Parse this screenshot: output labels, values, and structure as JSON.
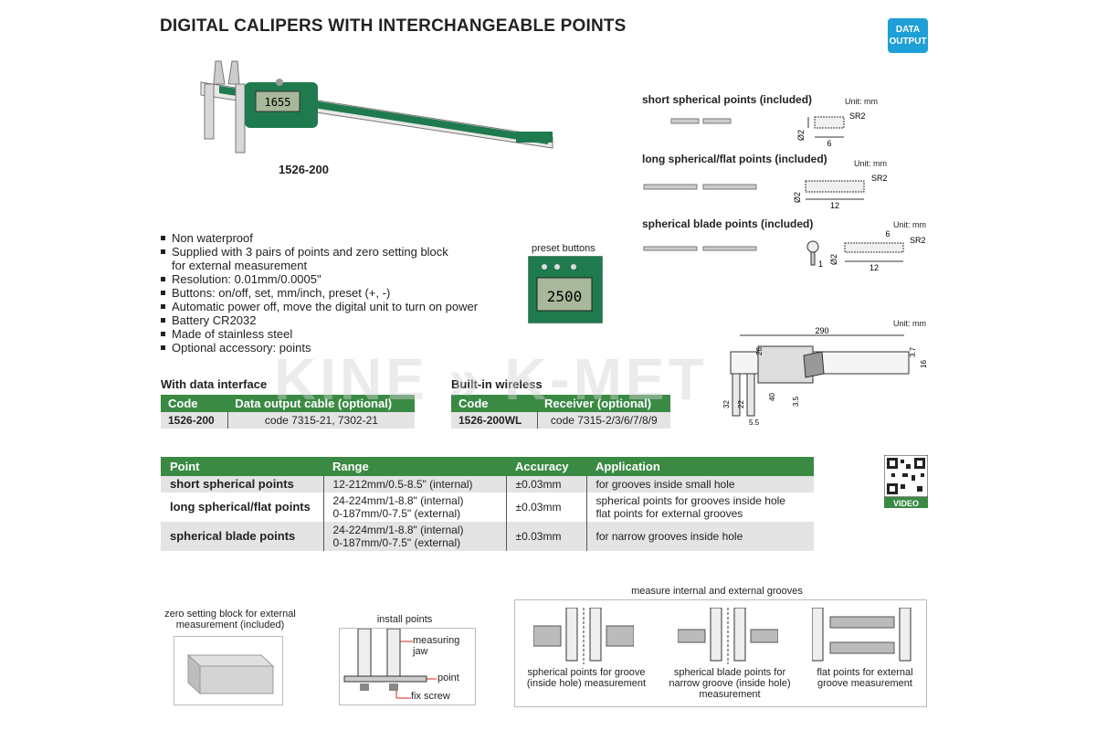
{
  "header": {
    "title": "DIGITAL CALIPERS WITH INTERCHANGEABLE POINTS",
    "badge": "DATA OUTPUT"
  },
  "product": {
    "model": "1526-200",
    "display_value": "1655"
  },
  "features": [
    "Non waterproof",
    "Supplied with 3 pairs of points and zero setting block",
    "for external measurement",
    "Resolution: 0.01mm/0.0005\"",
    "Buttons: on/off, set, mm/inch, preset (+, -)",
    "Automatic power off, move the digital unit to turn on power",
    "Battery CR2032",
    "Made of stainless steel",
    "Optional accessory: points"
  ],
  "preset": {
    "label": "preset buttons",
    "display_value": "2500"
  },
  "data_interface": {
    "heading": "With data interface",
    "headers": [
      "Code",
      "Data output cable (optional)"
    ],
    "row": [
      "1526-200",
      "code 7315-21, 7302-21"
    ]
  },
  "wireless": {
    "heading": "Built-in wireless",
    "headers": [
      "Code",
      "Receiver (optional)"
    ],
    "row": [
      "1526-200WL",
      "code 7315-2/3/6/7/8/9"
    ]
  },
  "points": {
    "short": {
      "title": "short spherical points (included)",
      "unit": "Unit: mm",
      "sr": "SR2",
      "dia": "Ø2",
      "len": "6"
    },
    "long": {
      "title": "long spherical/flat points (included)",
      "unit": "Unit: mm",
      "sr": "SR2",
      "dia": "Ø2",
      "len": "12"
    },
    "blade": {
      "title": "spherical blade points (included)",
      "unit": "Unit: mm",
      "sr": "SR2",
      "dia": "Ø2",
      "len": "12",
      "len2": "6",
      "thick": "1"
    }
  },
  "drawing": {
    "unit": "Unit: mm",
    "d290": "290",
    "d16": "16",
    "d37": "3.7",
    "d26": "26",
    "d40": "40",
    "d32": "32",
    "d22": "22",
    "d35": "3.5",
    "d55": "5.5"
  },
  "main_table": {
    "headers": [
      "Point",
      "Range",
      "Accuracy",
      "Application"
    ],
    "rows": [
      {
        "point": "short spherical points",
        "range1": "12-212mm/0.5-8.5\" (internal)",
        "range2": "",
        "accuracy": "±0.03mm",
        "app1": "for grooves inside small hole",
        "app2": ""
      },
      {
        "point": "long spherical/flat points",
        "range1": "24-224mm/1-8.8\" (internal)",
        "range2": "0-187mm/0-7.5\" (external)",
        "accuracy": "±0.03mm",
        "app1": "spherical points for grooves inside hole",
        "app2": "flat points for external grooves"
      },
      {
        "point": "spherical blade points",
        "range1": "24-224mm/1-8.8\" (internal)",
        "range2": "0-187mm/0-7.5\" (external)",
        "accuracy": "±0.03mm",
        "app1": "for narrow grooves inside hole",
        "app2": ""
      }
    ]
  },
  "qr": {
    "label": "VIDEO"
  },
  "zero_block": {
    "label": "zero setting block for external measurement (included)"
  },
  "install": {
    "title": "install points",
    "jaw": "measuring jaw",
    "point": "point",
    "screw": "fix screw"
  },
  "grooves": {
    "title": "measure internal and external grooves",
    "captions": [
      "spherical points for groove (inside hole) measurement",
      "spherical blade points for narrow groove (inside hole) measurement",
      "flat points for external groove measurement"
    ]
  },
  "watermark": "KINE » K-MET",
  "colors": {
    "green": "#3a8a44",
    "caliper": "#1f7a4e",
    "badge": "#1e9fd8",
    "gray_row": "#e4e4e4"
  }
}
